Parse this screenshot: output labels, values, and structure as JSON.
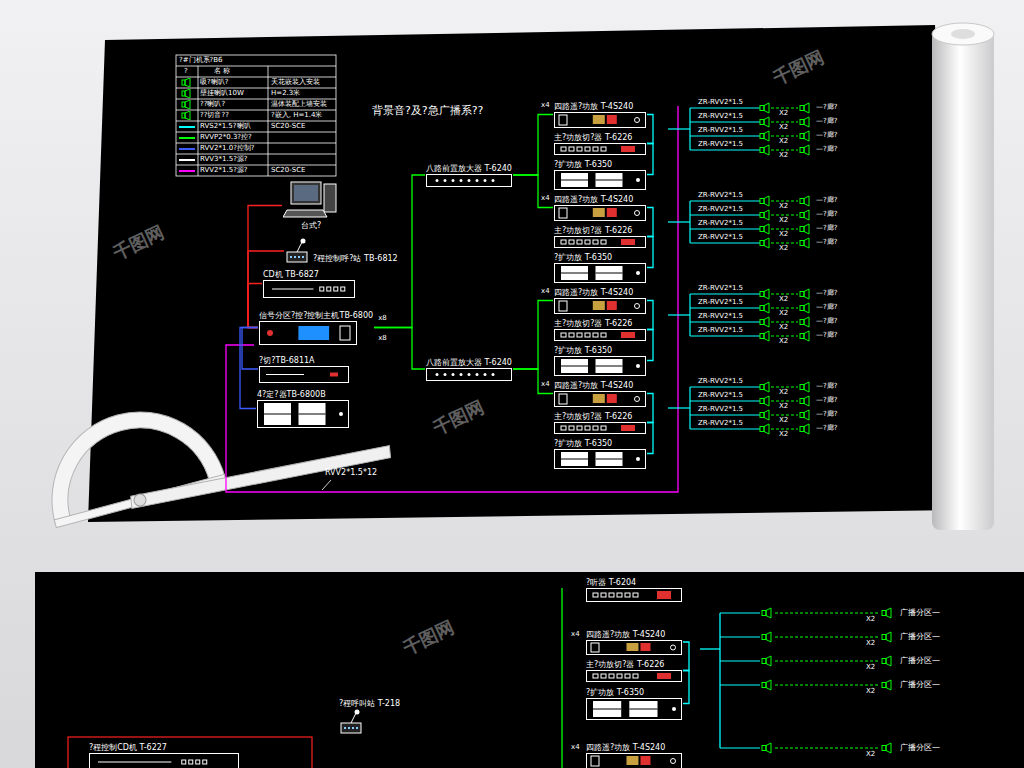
{
  "diagram": {
    "title": "背景音?及?急广播系??",
    "nodes": [
      {
        "text": [
          "台式?"
        ]
      },
      {
        "text": [
          "?程控制呼?站 TB-6812"
        ]
      },
      {
        "text": [
          "CD机 TB-6827"
        ]
      },
      {
        "text": [
          "信号分区?控?控制主机TB-6800"
        ]
      },
      {
        "text": [
          "?切?TB-6811A"
        ]
      },
      {
        "text": [
          "4?定?器TB-6800B"
        ]
      },
      {
        "text": [
          "八路前置放大器 T-6240"
        ]
      },
      {
        "text": [
          "八路前置放大器 T-6240"
        ]
      },
      {
        "text": [
          "四路遥?功放 T-4S240"
        ]
      },
      {
        "text": [
          "主?功放切?器 T-6226"
        ]
      },
      {
        "text": [
          "?扩功放 T-6350"
        ]
      },
      {
        "text": [
          "四路遥?功放 T-4S240"
        ]
      },
      {
        "text": [
          "主?功放切?器 T-6226"
        ]
      },
      {
        "text": [
          "?扩功放 T-6350"
        ]
      },
      {
        "text": [
          "四路遥?功放 T-4S240"
        ]
      },
      {
        "text": [
          "主?功放切?器 T-6226"
        ]
      },
      {
        "text": [
          "?扩功放 T-6350"
        ]
      },
      {
        "text": [
          "四路遥?功放 T-4S240"
        ]
      },
      {
        "text": [
          "主?功放切?器 T-6226"
        ]
      },
      {
        "text": [
          "?扩功放 T-6350"
        ]
      },
      {
        "text": [
          "?听器 T-6204"
        ]
      },
      {
        "text": [
          "四路遥?功放 T-4S240"
        ]
      },
      {
        "text": [
          "主?功放切?器 T-6226"
        ]
      },
      {
        "text": [
          "?扩功放 T-6350"
        ]
      },
      {
        "text": [
          "四路遥?功放 T-4S240"
        ]
      },
      {
        "text": [
          "?程呼叫站 T-218"
        ]
      },
      {
        "text": [
          "?程控制CD机 T-6227"
        ]
      }
    ],
    "edges": [
      {
        "from": 0,
        "to": 3,
        "arrow": "none"
      },
      {
        "from": 1,
        "to": 3,
        "arrow": "none"
      },
      {
        "from": 2,
        "to": 3,
        "arrow": "none"
      },
      {
        "from": 4,
        "to": 3,
        "arrow": "none"
      },
      {
        "from": 5,
        "to": 3,
        "arrow": "none"
      },
      {
        "from": 3,
        "to": 6,
        "arrow": "none"
      },
      {
        "from": 3,
        "to": 7,
        "arrow": "none"
      },
      {
        "from": 6,
        "to": 8,
        "arrow": "none"
      },
      {
        "from": 6,
        "to": 11,
        "arrow": "none"
      },
      {
        "from": 7,
        "to": 14,
        "arrow": "none"
      },
      {
        "from": 7,
        "to": 17,
        "arrow": "none"
      },
      {
        "from": 8,
        "to": 9,
        "arrow": "none"
      },
      {
        "from": 10,
        "to": 9,
        "arrow": "none"
      },
      {
        "from": 11,
        "to": 12,
        "arrow": "none"
      },
      {
        "from": 13,
        "to": 12,
        "arrow": "none"
      },
      {
        "from": 14,
        "to": 15,
        "arrow": "none"
      },
      {
        "from": 16,
        "to": 15,
        "arrow": "none"
      },
      {
        "from": 17,
        "to": 18,
        "arrow": "none"
      },
      {
        "from": 19,
        "to": 18,
        "arrow": "none"
      },
      {
        "from": 21,
        "to": 22,
        "arrow": "none"
      },
      {
        "from": 23,
        "to": 22,
        "arrow": "none"
      }
    ],
    "labels": [
      "?#门机系?B6",
      "?",
      "名  称",
      "天花嵌装入安装",
      "H=2.3米",
      "温体装配上墙安装",
      "?嵌入, H=1.4米",
      "SC20-SCE",
      "SC20-SCE",
      "x8",
      "x8",
      "x4",
      "x4",
      "x4",
      "x4",
      "x4",
      "x4",
      "ZR-RVV2*1.5",
      "X2",
      "—?廊?",
      "ZR-RVV2*1.5",
      "X2",
      "—?廊?",
      "ZR-RVV2*1.5",
      "X2",
      "—?廊?",
      "ZR-RVV2*1.5",
      "X2",
      "—?廊?",
      "ZR-RVV2*1.5",
      "X2",
      "—?廊?",
      "ZR-RVV2*1.5",
      "X2",
      "—?廊?",
      "ZR-RVV2*1.5",
      "X2",
      "—?廊?",
      "ZR-RVV2*1.5",
      "X2",
      "—?廊?",
      "ZR-RVV2*1.5",
      "X2",
      "—?廊?",
      "ZR-RVV2*1.5",
      "X2",
      "—?廊?",
      "ZR-RVV2*1.5",
      "X2",
      "—?廊?",
      "ZR-RVV2*1.5",
      "X2",
      "—?廊?",
      "ZR-RVV2*1.5",
      "X2",
      "—?廊?",
      "ZR-RVV2*1.5",
      "X2",
      "—?廊?",
      "ZR-RVV2*1.5",
      "X2",
      "—?廊?",
      "ZR-RVV2*1.5",
      "X2",
      "—?廊?",
      "X2",
      "广播分区—",
      "X2",
      "广播分区—",
      "X2",
      "广播分区—",
      "X2",
      "广播分区—",
      "X2",
      "广播分区—",
      "RVV2*1.5*12",
      "千图网",
      "千图网",
      "千图网",
      "千图网"
    ],
    "legend": [
      {
        "text": "吸?喇叭?"
      },
      {
        "text": "壁挂喇叭10W"
      },
      {
        "text": "??喇叭?"
      },
      {
        "text": "??切音??"
      },
      {
        "text": "RVS2*1.5?喇叭",
        "color": "#00ffff"
      },
      {
        "text": "RVVP2*0.3?控?",
        "color": "#00ff00"
      },
      {
        "text": "RVV2*1.0?控制?",
        "color": "#3c5cff"
      },
      {
        "text": "RVV3*1.5?源?",
        "color": "#ffffff"
      },
      {
        "text": "RVV2*1.5?源?",
        "color": "#ff00ff"
      }
    ]
  }
}
